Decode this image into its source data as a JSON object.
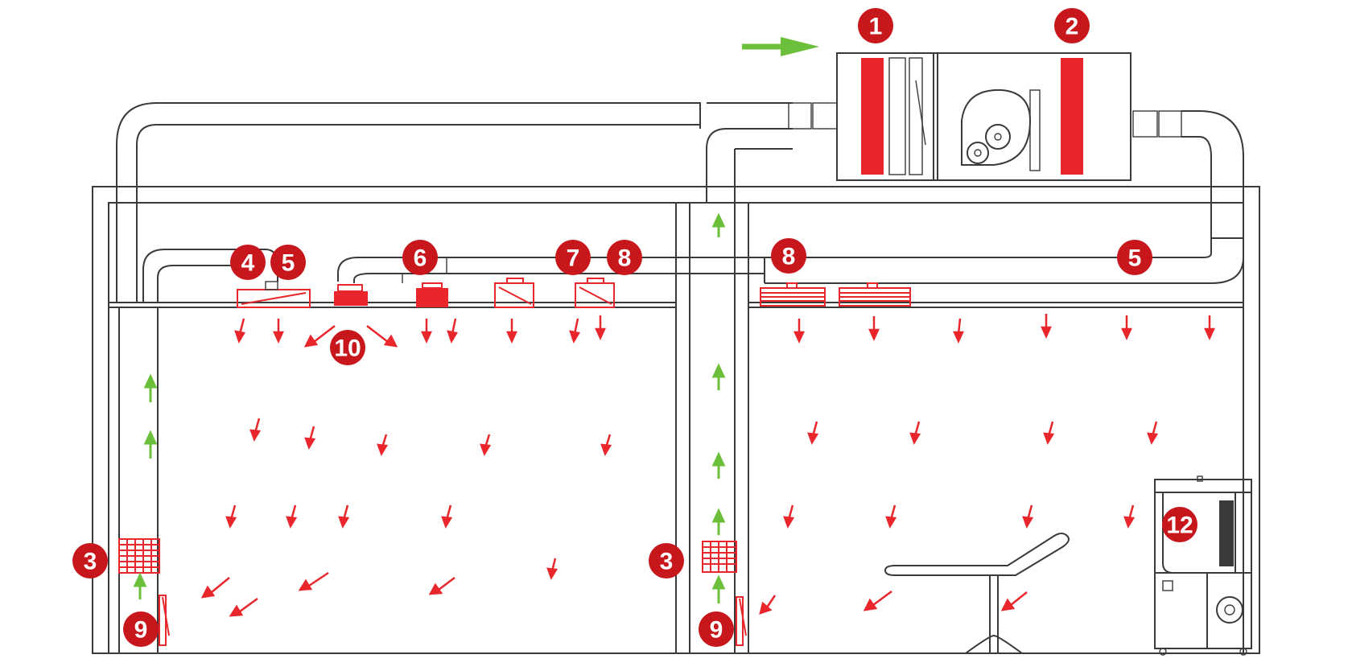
{
  "colors": {
    "outline": "#3a3a3a",
    "component_red": "#e8262b",
    "badge_red": "#c8161d",
    "airflow_red": "#e8262b",
    "return_air_green": "#6cbf3a"
  },
  "badges": [
    {
      "label": "1"
    },
    {
      "label": "2"
    },
    {
      "label": "3"
    },
    {
      "label": "3"
    },
    {
      "label": "4"
    },
    {
      "label": "5"
    },
    {
      "label": "5"
    },
    {
      "label": "6"
    },
    {
      "label": "7"
    },
    {
      "label": "8"
    },
    {
      "label": "8"
    },
    {
      "label": "9"
    },
    {
      "label": "9"
    },
    {
      "label": "10"
    },
    {
      "label": "12"
    }
  ],
  "icons": {
    "fresh_air_inlet": "arrow-right-icon",
    "supply_airflow": "arrow-down-icon",
    "return_airflow": "arrow-up-icon",
    "fan": "centrifugal-fan-icon",
    "sterilizer": "mobile-unit-icon",
    "bed": "treatment-chair-icon"
  }
}
